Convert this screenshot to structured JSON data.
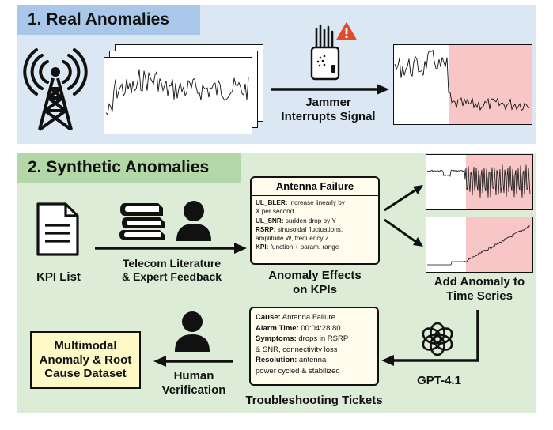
{
  "sections": {
    "real": {
      "title": "1. Real Anomalies"
    },
    "synthetic": {
      "title": "2. Synthetic Anomalies"
    }
  },
  "real": {
    "jammer_label_1": "Jammer",
    "jammer_label_2": "Interrupts Signal"
  },
  "synthetic": {
    "kpi_list_label": "KPI List",
    "literature_label_1": "Telecom Literature",
    "literature_label_2": "& Expert Feedback",
    "effects_box": {
      "title": "Antenna Failure",
      "lines": [
        {
          "key": "UL_BLER:",
          "text": " increase linearly by"
        },
        {
          "key": "",
          "text": "X per second"
        },
        {
          "key": "UL_SNR:",
          "text": " sudden drop by Y"
        },
        {
          "key": "RSRP:",
          "text": " sinusoidal fluctuations,"
        },
        {
          "key": "",
          "text": "amplitude W, frequency Z"
        },
        {
          "key": "KPI:",
          "text": " function + param. range"
        }
      ]
    },
    "effects_label_1": "Anomaly Effects",
    "effects_label_2": "on KPIs",
    "add_anomaly_label_1": "Add Anomaly to",
    "add_anomaly_label_2": "Time Series",
    "gpt_label": "GPT-4.1",
    "ticket": {
      "cause_key": "Cause:",
      "cause": " Antenna Failure",
      "alarm_key": "Alarm Time:",
      "alarm": " 00:04:28.80",
      "symptoms_key": "Symptoms:",
      "symptoms_1": " drops in RSRP",
      "symptoms_2": "& SNR, connectivity loss",
      "resolution_key": "Resolution:",
      "resolution_1": " antenna",
      "resolution_2": "power cycled & stabilized"
    },
    "tickets_label": "Troubleshooting Tickets",
    "human_label_1": "Human",
    "human_label_2": "Verification",
    "dataset_label_1": "Multimodal",
    "dataset_label_2": "Anomaly & Root",
    "dataset_label_3": "Cause Dataset"
  },
  "colors": {
    "panel_real": "#dbe7f3",
    "panel_synthetic": "#dcecd6",
    "anomaly_region": "#f8c6c6",
    "warning": "#e04b2a",
    "box_fill": "#fffcee",
    "dataset_fill": "#fff8c7"
  },
  "icons": [
    "cell-tower-icon",
    "jammer-device-icon",
    "warning-icon",
    "document-icon",
    "books-icon",
    "person-icon",
    "openai-logo-icon"
  ]
}
